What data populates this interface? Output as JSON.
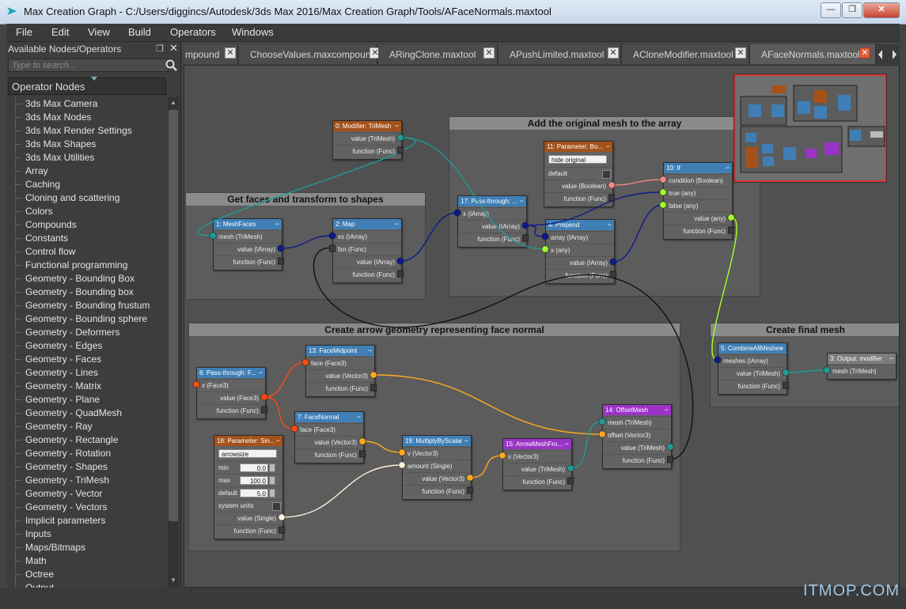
{
  "window": {
    "title": "Max Creation Graph - C:/Users/diggincs/Autodesk/3ds Max 2016/Max Creation Graph/Tools/AFaceNormals.maxtool",
    "minimize": "—",
    "restore": "❐",
    "close": "✕"
  },
  "menubar": [
    "File",
    "Edit",
    "View",
    "Build",
    "Operators",
    "Windows"
  ],
  "left_panel": {
    "title": "Available Nodes/Operators",
    "search_placeholder": "Type to search...",
    "category_header": "Operator Nodes",
    "items": [
      "3ds Max Camera",
      "3ds Max Nodes",
      "3ds Max Render Settings",
      "3ds Max Shapes",
      "3ds Max Utilities",
      "Array",
      "Caching",
      "Cloning and scattering",
      "Colors",
      "Compounds",
      "Constants",
      "Control flow",
      "Functional programming",
      "Geometry - Bounding Box",
      "Geometry - Bounding box",
      "Geometry - Bounding frustum",
      "Geometry - Bounding sphere",
      "Geometry - Deformers",
      "Geometry - Edges",
      "Geometry - Faces",
      "Geometry - Lines",
      "Geometry - Matrix",
      "Geometry - Plane",
      "Geometry - QuadMesh",
      "Geometry - Ray",
      "Geometry - Rectangle",
      "Geometry - Rotation",
      "Geometry - Shapes",
      "Geometry - TriMesh",
      "Geometry - Vector",
      "Geometry - Vectors",
      "Implicit parameters",
      "Inputs",
      "Maps/Bitmaps",
      "Math",
      "Octree",
      "Output"
    ]
  },
  "tabs": [
    {
      "label": "mpound",
      "active": false
    },
    {
      "label": "ChooseValues.maxcompound",
      "active": false
    },
    {
      "label": "ARingClone.maxtool",
      "active": false
    },
    {
      "label": "APushLimited.maxtool",
      "active": false
    },
    {
      "label": "ACloneModifier.maxtool",
      "active": false
    },
    {
      "label": "AFaceNormals.maxtool",
      "active": true
    }
  ],
  "groups": {
    "g1": "Get faces and transform to shapes",
    "g2": "Add the original mesh to the array",
    "g3": "Create arrow geometry representing face normal",
    "g4": "Create final mesh"
  },
  "nodes": {
    "n0": {
      "title": "0: Modifier: TriMesh",
      "rows": [
        "value (TriMesh)",
        "function (Func)"
      ]
    },
    "n1": {
      "title": "1: MeshFaces",
      "rows": [
        "mesh (TriMesh)",
        "value (IArray)",
        "function (Func)"
      ]
    },
    "n2": {
      "title": "2: Map",
      "rows": [
        "xs (IArray)",
        "fxn (Func)",
        "value (IArray)",
        "function (Func)"
      ]
    },
    "n17": {
      "title": "17: Pass-through: ...",
      "rows": [
        "x (IArray)",
        "value (IArray)",
        "function (Func)"
      ]
    },
    "n11": {
      "title": "11: Parameter: Bo...",
      "text": "hide original",
      "rows": [
        "default",
        "value (Boolean)",
        "function (Func)"
      ]
    },
    "n4": {
      "title": "4: Prepend",
      "rows": [
        "array (IArray)",
        "x (any)",
        "value (IArray)",
        "function (Func)"
      ]
    },
    "n10": {
      "title": "10: If",
      "rows": [
        "condition (Boolean)",
        "true (any)",
        "false (any)",
        "value (any)",
        "function (Func)"
      ]
    },
    "n6": {
      "title": "6: Pass-through: F...",
      "rows": [
        "x (Face3)",
        "value (Face3)",
        "function (Func)"
      ]
    },
    "n13": {
      "title": "13: FaceMidpoint",
      "rows": [
        "face (Face3)",
        "value (Vector3)",
        "function (Func)"
      ]
    },
    "n7": {
      "title": "7: FaceNormal",
      "rows": [
        "face (Face3)",
        "value (Vector3)",
        "function (Func)"
      ]
    },
    "n18": {
      "title": "18: Parameter: Sin...",
      "text": "arrowsize",
      "fields": [
        {
          "label": "min",
          "value": "0.0"
        },
        {
          "label": "max",
          "value": "100.0"
        },
        {
          "label": "default",
          "value": "5.0"
        }
      ],
      "rows": [
        "system units",
        "value (Single)",
        "function (Func)"
      ]
    },
    "n19": {
      "title": "19: MultiplyByScalar",
      "rows": [
        "v (Vector3)",
        "amount (Single)",
        "value (Vector3)",
        "function (Func)"
      ]
    },
    "n15": {
      "title": "15: ArrowMeshFro...",
      "rows": [
        "v (Vector3)",
        "value (TriMesh)",
        "function (Func)"
      ]
    },
    "n14": {
      "title": "14: OffsetMesh",
      "rows": [
        "mesh (TriMesh)",
        "offset (Vector3)",
        "value (TriMesh)",
        "function (Func)"
      ]
    },
    "n5": {
      "title": "5: CombineAllMeshes",
      "rows": [
        "meshes (IArray)",
        "value (TriMesh)",
        "function (Func)"
      ]
    },
    "n3": {
      "title": "3: Output: modifier",
      "rows": [
        "mesh (TriMesh)"
      ]
    }
  },
  "node_minimize": "−",
  "colors": {
    "header_blue": "#3f7fb5",
    "header_orange": "#a4521a",
    "header_purple": "#9b33c7",
    "port_trimesh": "#1f9c98",
    "port_iarray": "#0d1a8c",
    "port_boolean": "#f08a85",
    "port_any": "#a4ff2a",
    "port_face3": "#ff4a12",
    "port_vector3": "#ffaa1e",
    "port_single": "#fff0dd",
    "port_func": "#2a2a2a"
  },
  "watermark": "ITMOP.COM"
}
